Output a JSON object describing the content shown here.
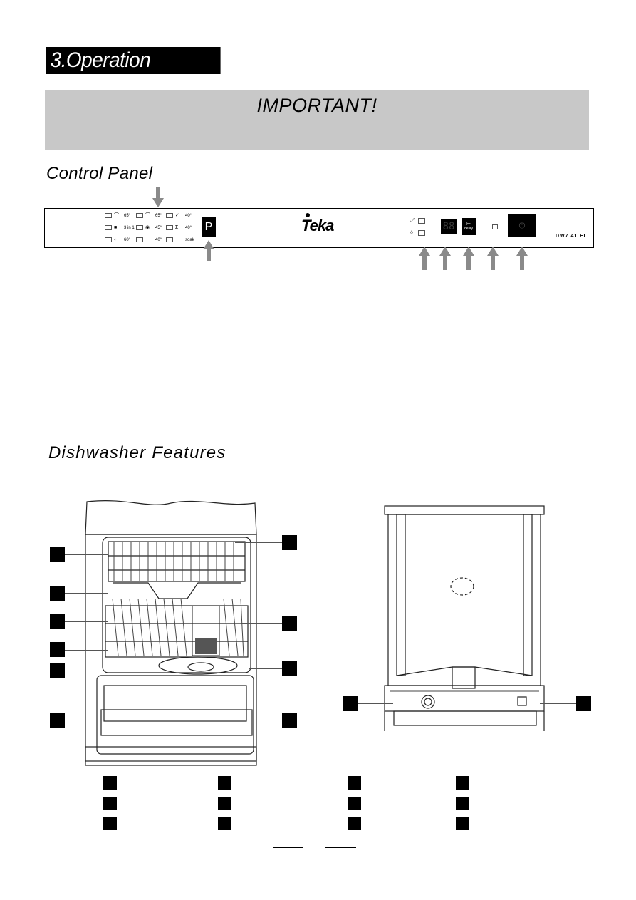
{
  "header": {
    "section_title": "3.Operation Instruction"
  },
  "important": {
    "title": "IMPORTANT!"
  },
  "control_panel": {
    "heading": "Control Panel",
    "programs": [
      {
        "temp": "65°"
      },
      {
        "temp": "65°"
      },
      {
        "temp": "40°"
      },
      {
        "label": "3 in 1",
        "temp": ""
      },
      {
        "temp": "45°"
      },
      {
        "temp": "40°"
      },
      {
        "temp": "60°"
      },
      {
        "temp": "40°"
      },
      {
        "label": "soak",
        "temp": ""
      }
    ],
    "program_button": "P",
    "brand": "Teka",
    "display_value": "88",
    "delay_label": "delay",
    "power_symbol": "⏻",
    "model": "DW7 41 FI"
  },
  "features": {
    "heading": "Dishwasher Features"
  }
}
